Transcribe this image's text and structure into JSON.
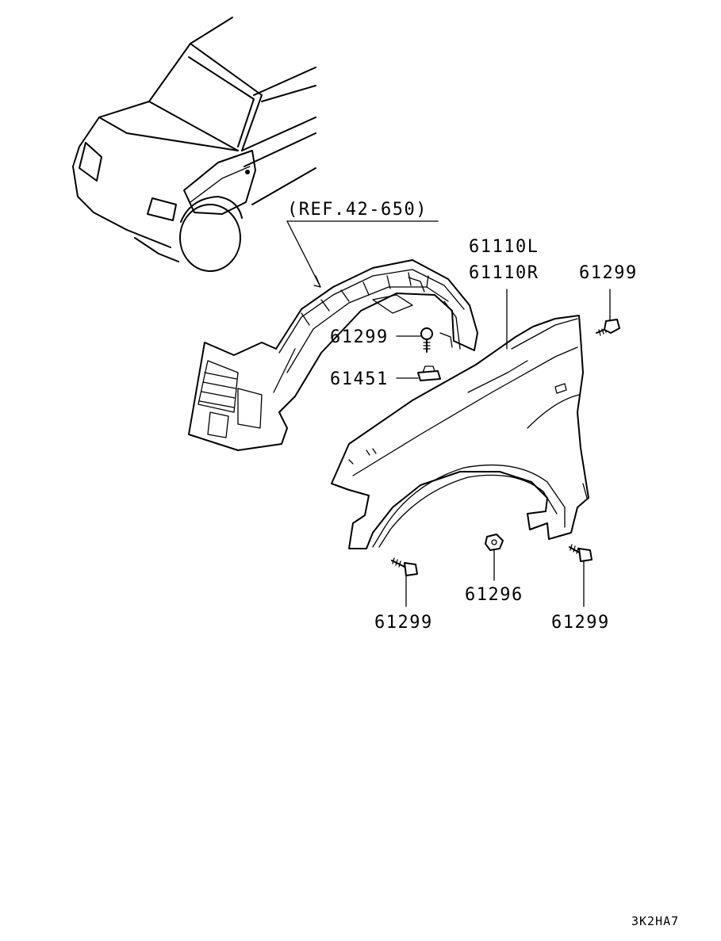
{
  "labels": {
    "ref": "(REF.42-650)",
    "fender_left": "61110L",
    "fender_right": "61110R",
    "bolt_top_right": "61299",
    "bolt_middle": "61299",
    "clip": "61451",
    "nut": "61296",
    "bolt_bottom_left": "61299",
    "bolt_bottom_right": "61299"
  },
  "drawing_code": "3K2HA7"
}
